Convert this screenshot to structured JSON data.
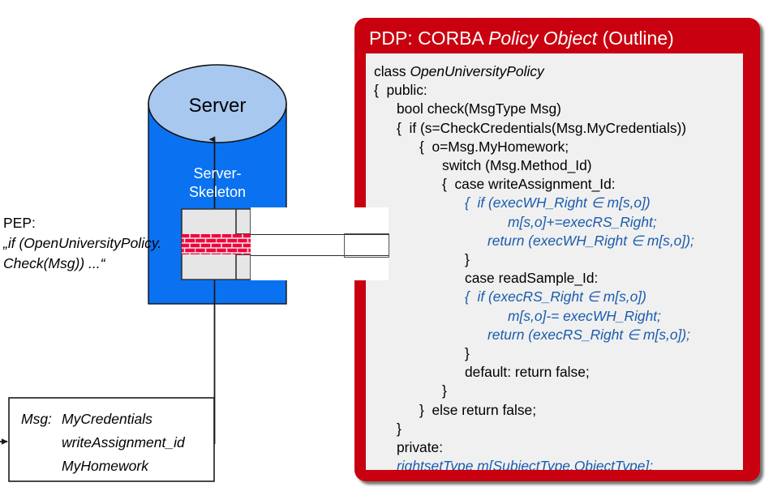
{
  "diagram": {
    "server": {
      "title": "Server",
      "skeleton_label_line1": "Server-",
      "skeleton_label_line2": "Skeleton",
      "body_color": "#0a72f0",
      "top_color": "#a8c8f0"
    },
    "firewall": {
      "name": "firewall-brick-block",
      "box_color": "#e6e6e6",
      "brick_color": "#f5003c"
    },
    "pep": {
      "title": "PEP:",
      "code_line1": "„if (OpenUniversityPolicy.",
      "code_line2": "Check(Msg)) ...“"
    },
    "msg_box": {
      "key": "Msg:",
      "values": [
        "MyCredentials",
        "writeAssignment_id",
        "MyHomework"
      ]
    }
  },
  "pdp": {
    "title_plain_1": "PDP: CORBA ",
    "title_italic": "Policy Object",
    "title_plain_2": " (Outline)",
    "header_color": "#c9000f",
    "code_bg": "#f0f0f0",
    "accent_blue": "#1a5cad",
    "code_lines": [
      {
        "text": "class OpenUniversityPolicy",
        "style": "plain-with-italic",
        "indent": 0
      },
      {
        "text": "{  public:",
        "style": "plain",
        "indent": 0
      },
      {
        "text": "bool check(MsgType Msg)",
        "style": "plain",
        "indent": 28
      },
      {
        "text": "{  if (s=CheckCredentials(Msg.MyCredentials))",
        "style": "plain",
        "indent": 28
      },
      {
        "text": "{  o=Msg.MyHomework;",
        "style": "plain",
        "indent": 56
      },
      {
        "text": "switch (Msg.Method_Id)",
        "style": "plain",
        "indent": 84
      },
      {
        "text": "{  case writeAssignment_Id:",
        "style": "plain",
        "indent": 84
      },
      {
        "text": "{  if (execWH_Right ∈ m[s,o])",
        "style": "blue",
        "indent": 112
      },
      {
        "text": "m[s,o]+=execRS_Right;",
        "style": "blue",
        "indent": 165
      },
      {
        "text": "return (execWH_Right ∈ m[s,o]);",
        "style": "blue",
        "indent": 140
      },
      {
        "text": "}",
        "style": "plain",
        "indent": 112
      },
      {
        "text": "case readSample_Id:",
        "style": "plain",
        "indent": 112
      },
      {
        "text": "{  if (execRS_Right ∈ m[s,o])",
        "style": "blue",
        "indent": 112
      },
      {
        "text": "m[s,o]-= execWH_Right;",
        "style": "blue",
        "indent": 165
      },
      {
        "text": "return (execRS_Right ∈ m[s,o]);",
        "style": "blue",
        "indent": 140
      },
      {
        "text": "}",
        "style": "plain",
        "indent": 112
      },
      {
        "text": "default: return false;",
        "style": "plain",
        "indent": 112
      },
      {
        "text": "}",
        "style": "plain",
        "indent": 84
      },
      {
        "text": "}  else return false;",
        "style": "plain",
        "indent": 56
      },
      {
        "text": "}",
        "style": "plain",
        "indent": 28
      },
      {
        "text": "private:",
        "style": "plain",
        "indent": 28
      },
      {
        "text": "rightsetType m[SubjectType,ObjectType];",
        "style": "blue",
        "indent": 28
      },
      {
        "text": "}",
        "style": "plain",
        "indent": 0
      }
    ],
    "class_keyword": "class ",
    "class_name": "OpenUniversityPolicy"
  }
}
